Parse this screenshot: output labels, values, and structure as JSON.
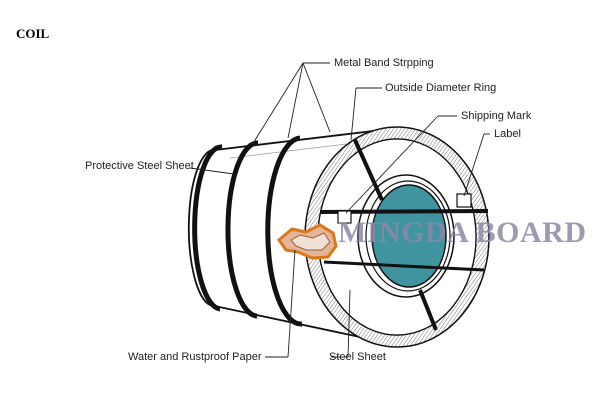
{
  "title": "COIL",
  "labels": {
    "metal_band": "Metal Band Strpping",
    "outside_ring": "Outside Diameter Ring",
    "shipping_mark": "Shipping Mark",
    "label": "Label",
    "protective_sheet": "Protective Steel Sheet",
    "water_paper": "Water and Rustproof Paper",
    "steel_sheet": "Steel Sheet"
  },
  "watermark": "MINGDA BOARD",
  "colors": {
    "core": "#3f94a0",
    "paper": "#d9771d",
    "outline": "#111111",
    "watermark": "#8e88a8"
  }
}
